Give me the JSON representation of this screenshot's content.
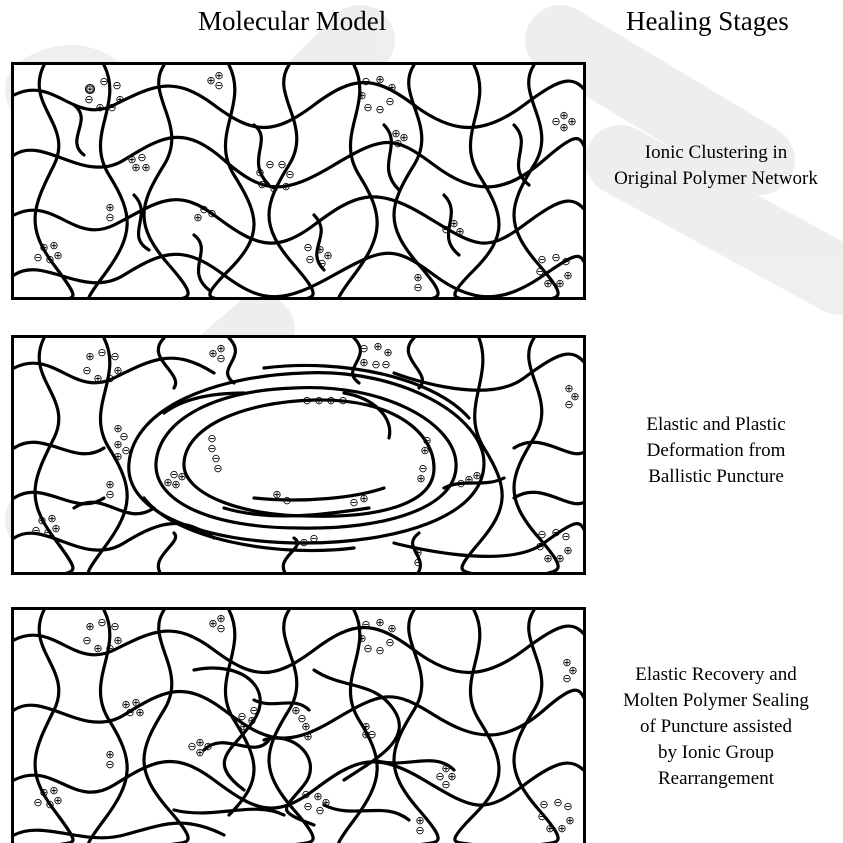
{
  "headers": {
    "model": "Molecular Model",
    "stages": "Healing Stages"
  },
  "stages": [
    {
      "lines": [
        "Ionic Clustering in",
        "Original Polymer Network"
      ]
    },
    {
      "lines": [
        "Elastic and Plastic",
        "Deformation from",
        "Ballistic Puncture"
      ]
    },
    {
      "lines": [
        "Elastic Recovery and",
        "Molten Polymer Sealing",
        "of Puncture assisted",
        "by Ionic Group",
        "Rearrangement"
      ]
    }
  ],
  "colors": {
    "line": "#000000",
    "background": "#ffffff",
    "watermark": "#d0d0d0"
  }
}
